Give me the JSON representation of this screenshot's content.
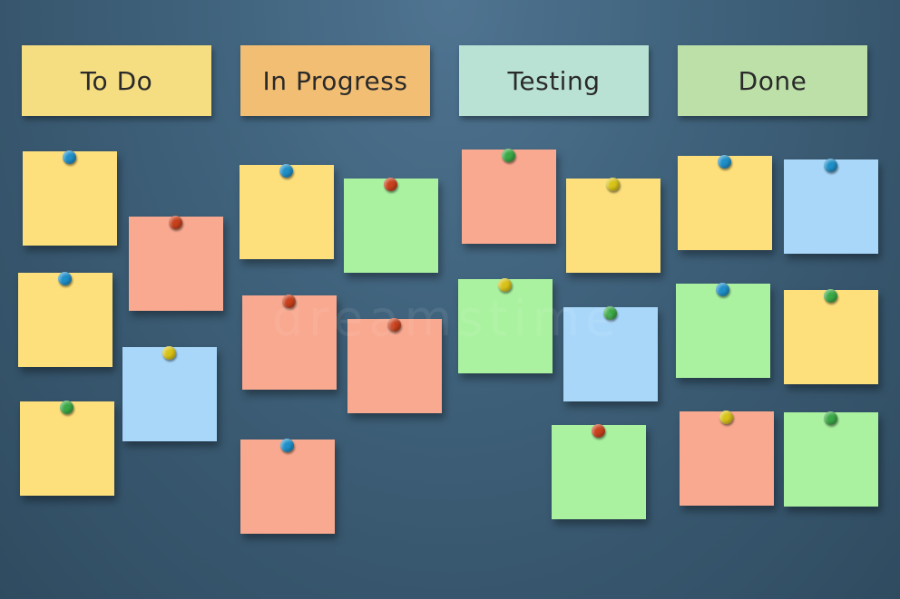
{
  "columns": {
    "todo": {
      "title": "To Do",
      "color": "#f5dd82"
    },
    "inprogress": {
      "title": "In Progress",
      "color": "#f2be73"
    },
    "testing": {
      "title": "Testing",
      "color": "#b9e2d4"
    },
    "done": {
      "title": "Done",
      "color": "#bde0a9"
    }
  },
  "note_colors": {
    "yellow": "#fde07c",
    "salmon": "#f9a98f",
    "green": "#aaf2a0",
    "blue": "#a9d7fa"
  },
  "pin_colors": {
    "blue": "#1e8fc8",
    "red": "#c8401c",
    "green": "#3aa845",
    "yellow": "#d8c318"
  },
  "watermark_image": "dreamstime logo"
}
